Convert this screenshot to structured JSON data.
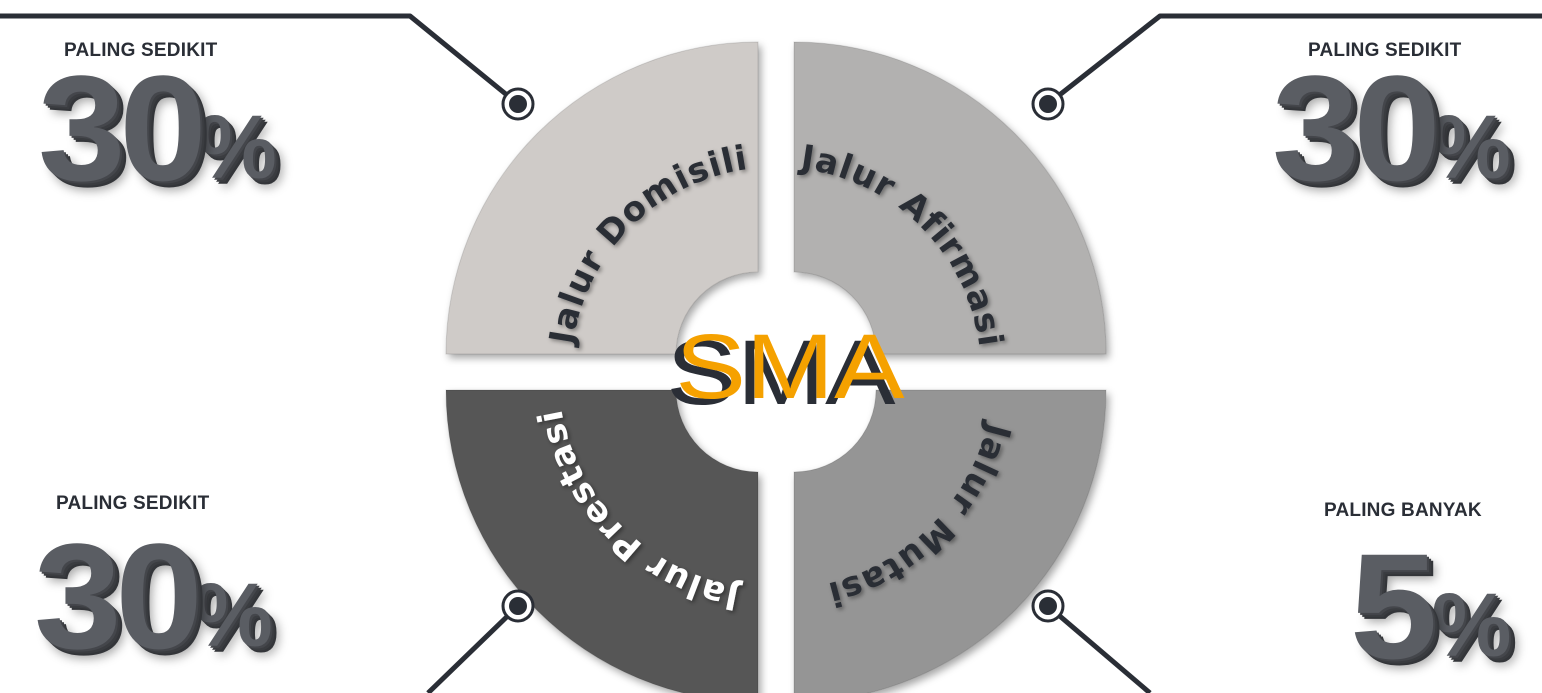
{
  "center": {
    "text_back": "SMA",
    "text_front": "SMA",
    "front_color": "#f5a100",
    "back_color": "#2a2e36"
  },
  "segments": [
    {
      "id": "domisili",
      "label": "Jalur Domisili",
      "color": "#cfcbc8"
    },
    {
      "id": "afirmasi",
      "label": "Jalur Afirmasi",
      "color": "#b2b1b0"
    },
    {
      "id": "prestasi",
      "label": "Jalur Prestasi",
      "color": "#575757"
    },
    {
      "id": "mutasi",
      "label": "Jalur Mutasi",
      "color": "#959595"
    }
  ],
  "quotas": {
    "top_left": {
      "label": "PALING SEDIKIT",
      "value": "30",
      "unit": "%"
    },
    "top_right": {
      "label": "PALING SEDIKIT",
      "value": "30",
      "unit": "%"
    },
    "bottom_left": {
      "label": "PALING SEDIKIT",
      "value": "30",
      "unit": "%"
    },
    "bottom_right": {
      "label": "PALING BANYAK",
      "value": "5",
      "unit": "%"
    }
  },
  "colors": {
    "text_dark": "#2a2e36",
    "connector": "#2a2e36",
    "percent_grey": "#5a5d63"
  }
}
